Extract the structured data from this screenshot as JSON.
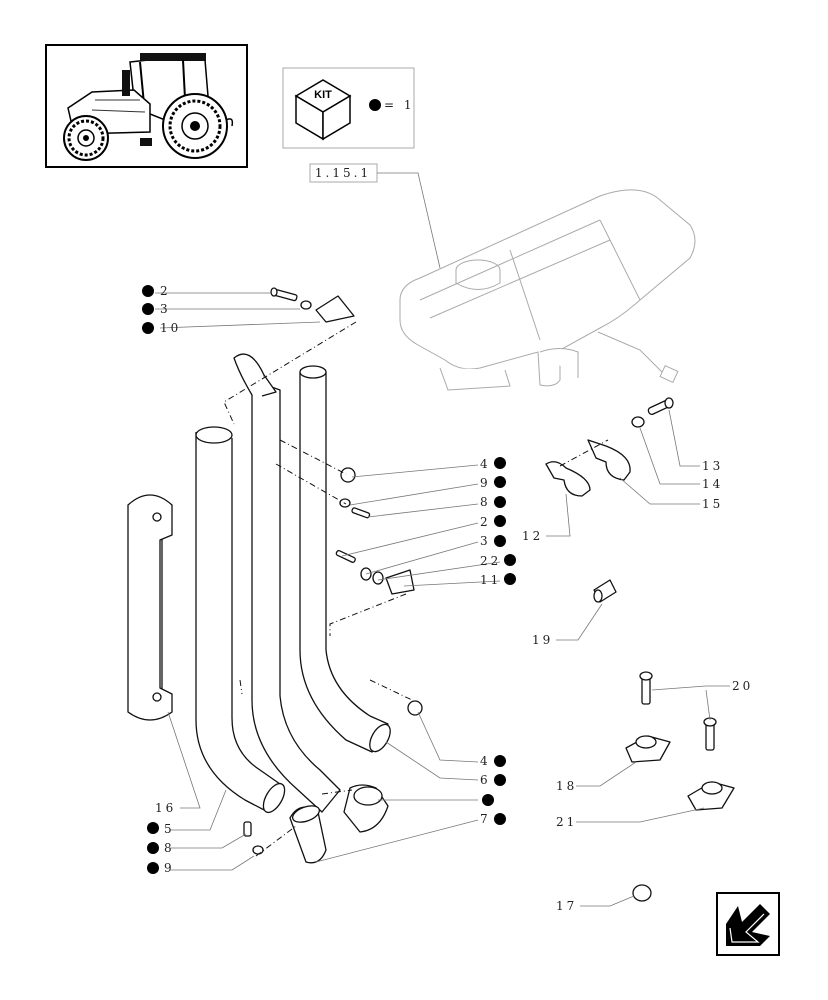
{
  "kit_box": {
    "badge": "KIT",
    "legend": "= 1"
  },
  "reference": "1.15.1",
  "labels_left": [
    {
      "id": "l-2a",
      "text": "2",
      "dot": true
    },
    {
      "id": "l-3a",
      "text": "3",
      "dot": true
    },
    {
      "id": "l-10",
      "text": "10",
      "dot": true
    },
    {
      "id": "l-16",
      "text": "16",
      "dot": false
    },
    {
      "id": "l-5",
      "text": "5",
      "dot": true
    },
    {
      "id": "l-8b",
      "text": "8",
      "dot": true
    },
    {
      "id": "l-9b",
      "text": "9",
      "dot": true
    }
  ],
  "labels_center": [
    {
      "id": "c-4a",
      "text": "4",
      "dot": true
    },
    {
      "id": "c-9a",
      "text": "9",
      "dot": true
    },
    {
      "id": "c-8a",
      "text": "8",
      "dot": true
    },
    {
      "id": "c-2b",
      "text": "2",
      "dot": true
    },
    {
      "id": "c-3b",
      "text": "3",
      "dot": true
    },
    {
      "id": "c-22",
      "text": "22",
      "dot": true
    },
    {
      "id": "c-11",
      "text": "11",
      "dot": true
    },
    {
      "id": "c-4b",
      "text": "4",
      "dot": true
    },
    {
      "id": "c-6",
      "text": "6",
      "dot": true
    },
    {
      "id": "c-blank",
      "text": "",
      "dot": true
    },
    {
      "id": "c-7",
      "text": "7",
      "dot": true
    }
  ],
  "labels_right": [
    {
      "id": "r-13",
      "text": "13"
    },
    {
      "id": "r-14",
      "text": "14"
    },
    {
      "id": "r-15",
      "text": "15"
    },
    {
      "id": "r-12",
      "text": "12"
    },
    {
      "id": "r-19",
      "text": "19"
    },
    {
      "id": "r-20",
      "text": "20"
    },
    {
      "id": "r-18",
      "text": "18"
    },
    {
      "id": "r-21",
      "text": "21"
    },
    {
      "id": "r-17",
      "text": "17"
    }
  ],
  "icons": {
    "tractor": "tractor-thumbnail-icon",
    "kit": "kit-cube-icon",
    "nav": "next-page-arrow-icon"
  }
}
